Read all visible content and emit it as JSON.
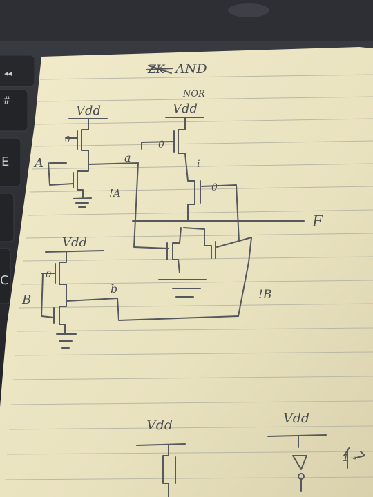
{
  "photo": {
    "subject": "handwritten transistor schematic on lined notepad over a laptop keyboard",
    "paper_color": "#ece6c4",
    "ink_color": "#55585d"
  },
  "keyboard": {
    "keys": [
      "◂◂",
      "#",
      "E",
      "C"
    ]
  },
  "labels": {
    "title_struck": "ZK",
    "title": "AND",
    "nor_label": "NOR",
    "vdd_top_left": "Vdd",
    "vdd_top_mid": "Vdd",
    "vdd_mid_left": "Vdd",
    "vdd_bottom_mid": "Vdd",
    "vdd_bottom_right": "Vdd",
    "input_a": "A",
    "node_a": "a",
    "not_a": "!A",
    "input_b": "B",
    "node_b": "b",
    "not_b": "!B",
    "output_f": "F",
    "bubble_0_top": "0",
    "bubble_0_mid": "0",
    "bubble_0_left": "0",
    "bubble_0_bottomleft": "0",
    "node_i": "i",
    "bottom_arrow": "1→"
  }
}
